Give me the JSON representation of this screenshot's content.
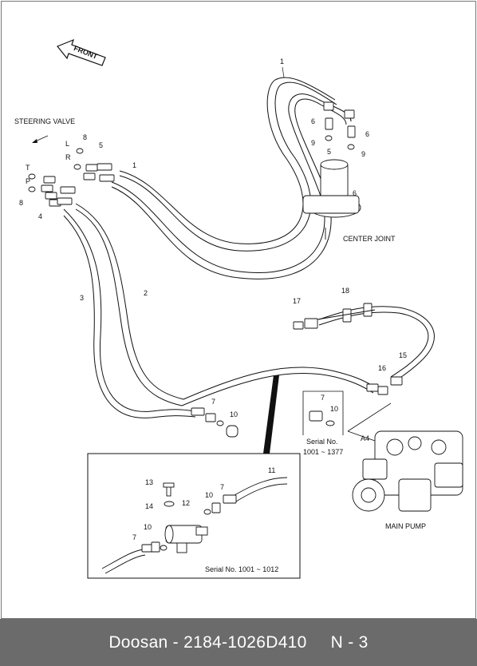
{
  "diagram": {
    "front_label": "FRONT",
    "steering_valve_label": "STEERING VALVE",
    "center_joint_label": "CENTER JOINT",
    "main_pump_label": "MAIN PUMP",
    "port_labels": {
      "L": "L",
      "R": "R",
      "T": "T",
      "P": "P"
    },
    "callouts": {
      "c1a": "1",
      "c1b": "1",
      "c2": "2",
      "c3": "3",
      "c4": "4",
      "c5": "5",
      "c5b": "5",
      "c6a": "6",
      "c6b": "6",
      "c6c": "6",
      "c7a": "7",
      "c7b": "7",
      "c7c": "7",
      "c7d": "7",
      "c8a": "8",
      "c8b": "8",
      "c9a": "9",
      "c9b": "9",
      "c10a": "10",
      "c10b": "10",
      "c10c": "10",
      "c10d": "10",
      "c11": "11",
      "c12": "12",
      "c13": "13",
      "c14": "14",
      "c15": "15",
      "c16": "16",
      "c17": "17",
      "c18": "18",
      "a4": "A4"
    },
    "serial_small": {
      "line1": "Serial No.",
      "line2": "1001 ~ 1377"
    },
    "serial_inset": "Serial No. 1001 ~ 1012"
  },
  "footer": {
    "brand": "Doosan",
    "separator": "-",
    "part_number": "2184-1026D410",
    "page": "N - 3"
  },
  "colors": {
    "footer_bg": "#6b6b6b",
    "line": "#111111",
    "background": "#ffffff"
  }
}
